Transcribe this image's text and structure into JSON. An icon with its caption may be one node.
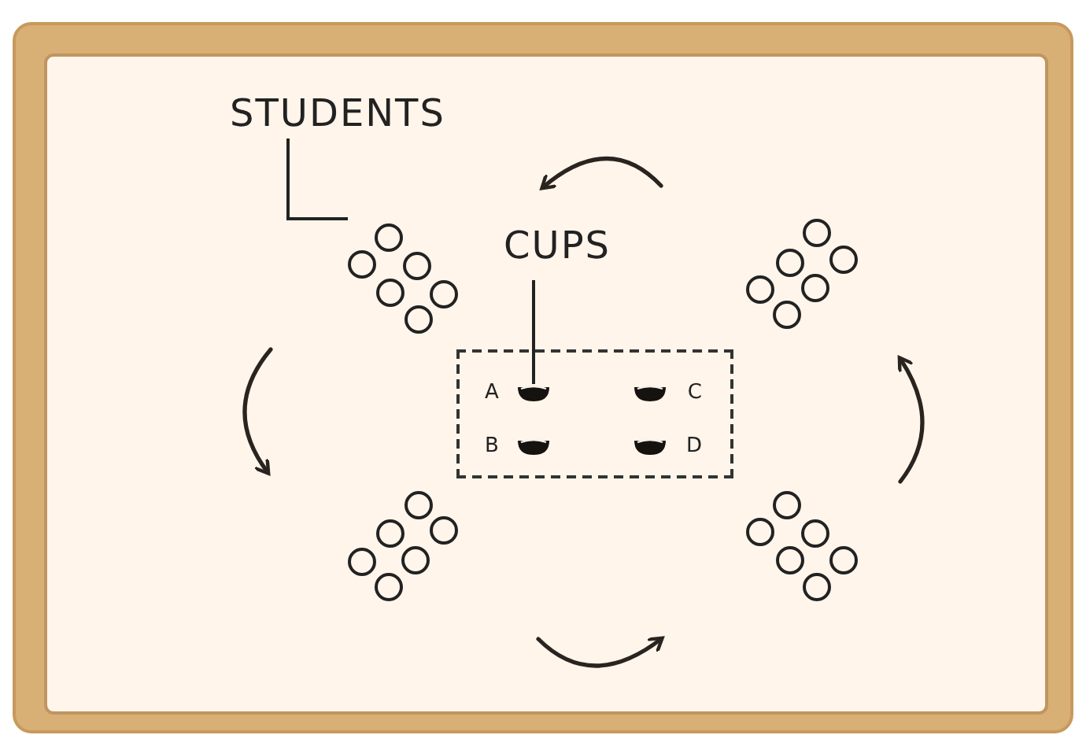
{
  "diagram": {
    "nodes": [
      {
        "text": [
          "STUDENTS"
        ]
      },
      {
        "text": [],
        "shape": "circle"
      },
      {
        "text": [
          "CUPS"
        ]
      },
      {
        "text": [],
        "shape": "circle"
      },
      {
        "text": [],
        "shape": "box"
      },
      {
        "text": [],
        "shape": "bowl",
        "beside": [
          "A"
        ],
        "in": 4
      },
      {
        "text": [],
        "shape": "bowl",
        "beside": [
          "C"
        ],
        "in": 4
      },
      {
        "text": [],
        "shape": "bowl",
        "beside": [
          "B"
        ],
        "in": 4
      },
      {
        "text": [],
        "shape": "bowl",
        "beside": [
          "D"
        ],
        "in": 4
      },
      {
        "text": [],
        "shape": "circle"
      },
      {
        "text": [],
        "shape": "circle"
      }
    ],
    "edges": [
      {
        "from": 0,
        "to": 1,
        "arrow": "none"
      },
      {
        "from": 2,
        "to": 5,
        "arrow": "none"
      }
    ]
  }
}
